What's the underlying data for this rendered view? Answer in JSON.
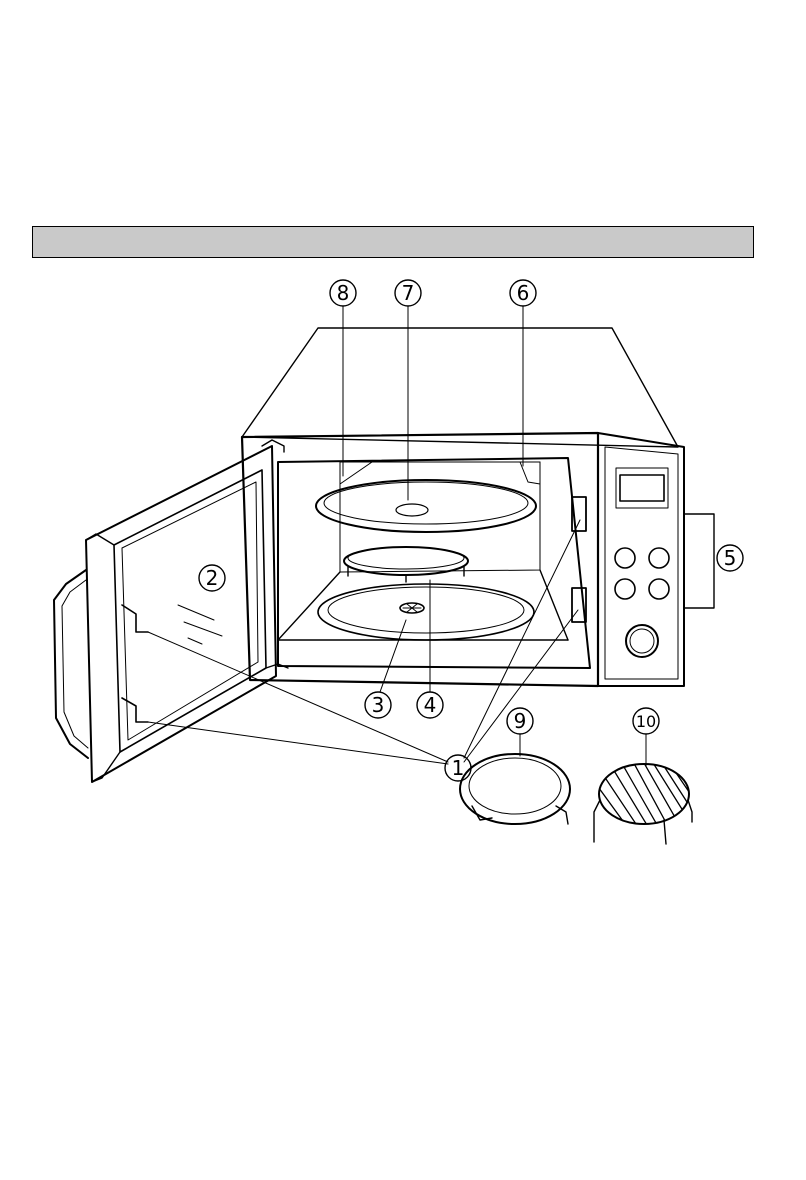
{
  "header": {
    "title": ""
  },
  "callouts": [
    {
      "id": "c1",
      "label": "1"
    },
    {
      "id": "c2",
      "label": "2"
    },
    {
      "id": "c3",
      "label": "3"
    },
    {
      "id": "c4",
      "label": "4"
    },
    {
      "id": "c5",
      "label": "5"
    },
    {
      "id": "c6",
      "label": "6"
    },
    {
      "id": "c7",
      "label": "7"
    },
    {
      "id": "c8",
      "label": "8"
    },
    {
      "id": "c9",
      "label": "9"
    },
    {
      "id": "c10",
      "label": "10"
    }
  ]
}
